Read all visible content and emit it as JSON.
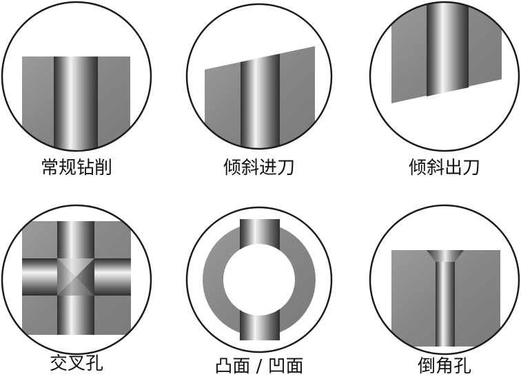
{
  "panels": [
    {
      "id": "regular",
      "caption": "常规钻削"
    },
    {
      "id": "slope-in",
      "caption": "倾斜进刀"
    },
    {
      "id": "slope-out",
      "caption": "倾斜出刀"
    },
    {
      "id": "cross-hole",
      "caption": "交叉孔"
    },
    {
      "id": "convex",
      "caption": "凸面 / 凹面"
    },
    {
      "id": "chamfer",
      "caption": "倒角孔"
    }
  ],
  "colors": {
    "metal": "#8a8a8a",
    "metal_dark": "#6f6f6f",
    "bore_dark": "#3a3a3a",
    "bore_light": "#f2f2f2",
    "outline": "#1a1a1a",
    "background": "#ffffff"
  }
}
